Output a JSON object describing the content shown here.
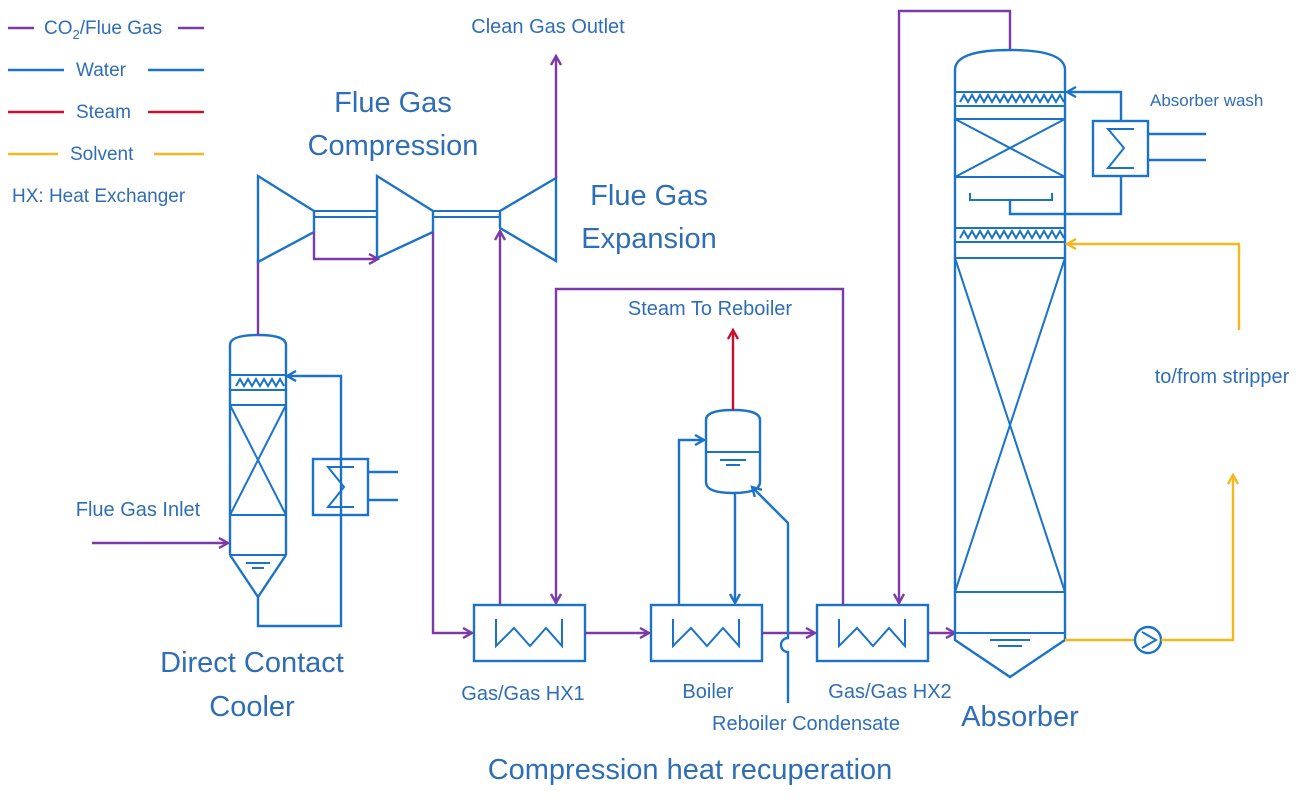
{
  "legend": {
    "co2_prefix": "CO",
    "co2_sub": "2",
    "co2_suffix": "/Flue Gas",
    "water": "Water",
    "steam": "Steam",
    "solvent": "Solvent",
    "hx_note": "HX: Heat Exchanger"
  },
  "labels": {
    "flue_gas_compression_1": "Flue Gas",
    "flue_gas_compression_2": "Compression",
    "flue_gas_expansion_1": "Flue Gas",
    "flue_gas_expansion_2": "Expansion",
    "clean_gas_outlet": "Clean Gas Outlet",
    "steam_to_reboiler": "Steam To Reboiler",
    "absorber_wash": "Absorber wash",
    "to_from_stripper": "to/from stripper",
    "flue_gas_inlet": "Flue Gas Inlet",
    "direct_contact_cooler_1": "Direct Contact",
    "direct_contact_cooler_2": "Cooler",
    "gas_gas_hx1": "Gas/Gas HX1",
    "boiler": "Boiler",
    "gas_gas_hx2": "Gas/Gas HX2",
    "reboiler_condensate": "Reboiler Condensate",
    "absorber": "Absorber",
    "compression_heat_recuperation": "Compression heat recuperation"
  },
  "colors": {
    "co2_flue_gas": "#7b3aa8",
    "water": "#1a73c8",
    "steam": "#c8102e",
    "solvent": "#f2b81d",
    "text": "#2f6eb5"
  }
}
